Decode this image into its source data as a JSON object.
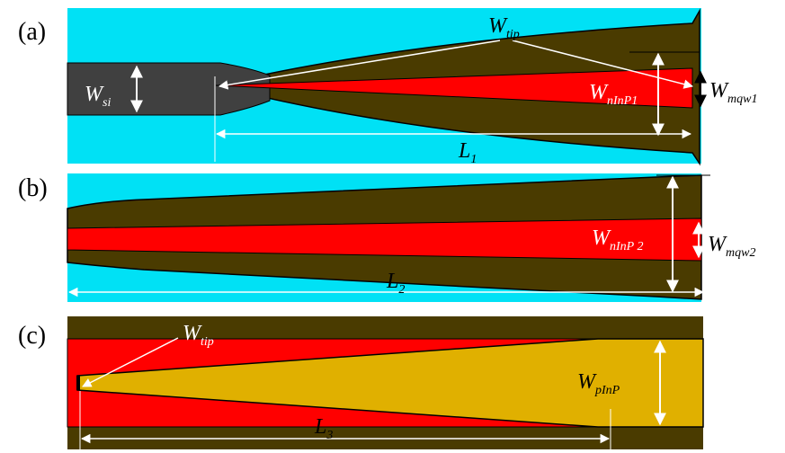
{
  "panels": {
    "a": {
      "label": "(a)",
      "w_si": {
        "main": "W",
        "sub": "si"
      },
      "w_tip": {
        "main": "W",
        "sub": "tip"
      },
      "w_ninp1": {
        "main": "W",
        "sub": "nInP1"
      },
      "w_mqw1": {
        "main": "W",
        "sub": "mqw1"
      },
      "l1": {
        "main": "L",
        "sub": "1"
      }
    },
    "b": {
      "label": "(b)",
      "w_ninp2": {
        "main": "W",
        "sub": "nInP 2"
      },
      "w_mqw2": {
        "main": "W",
        "sub": "mqw2"
      },
      "l2": {
        "main": "L",
        "sub": "2"
      }
    },
    "c": {
      "label": "(c)",
      "w_tip": {
        "main": "W",
        "sub": "tip"
      },
      "w_pinp": {
        "main": "W",
        "sub": "pInP"
      },
      "l3": {
        "main": "L",
        "sub": "3"
      }
    }
  },
  "colors": {
    "cladding": "#00e1f5",
    "silicon": "#404040",
    "ninp": "#4a3b00",
    "mqw": "#ff0000",
    "pinp": "#e0b000",
    "arrow": "#ffffff",
    "outline": "#000000"
  }
}
